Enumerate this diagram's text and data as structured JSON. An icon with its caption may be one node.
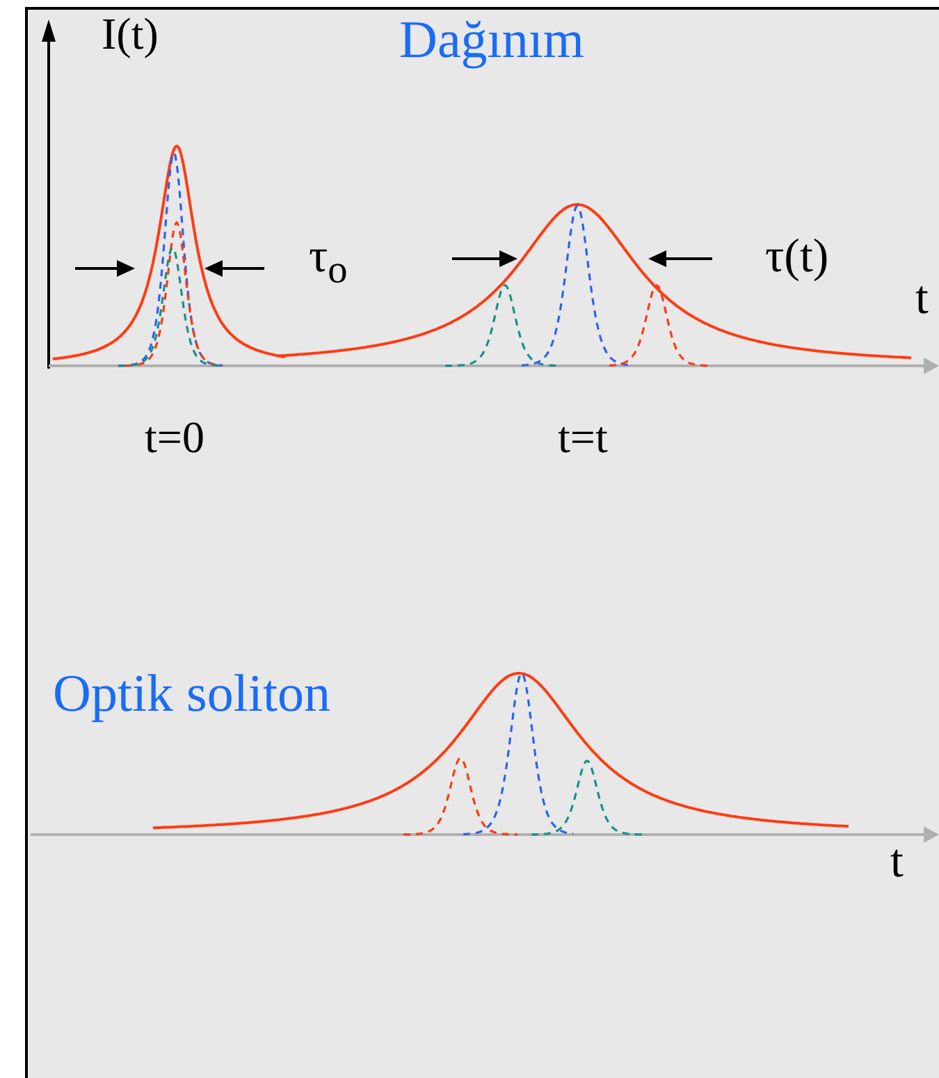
{
  "diagram": {
    "labels": [
      "I(t)",
      "Dağınım",
      "τ$_{o}$",
      "τ(t)",
      "t",
      "t=0",
      "t=t",
      "Optik soliton",
      "t"
    ]
  }
}
